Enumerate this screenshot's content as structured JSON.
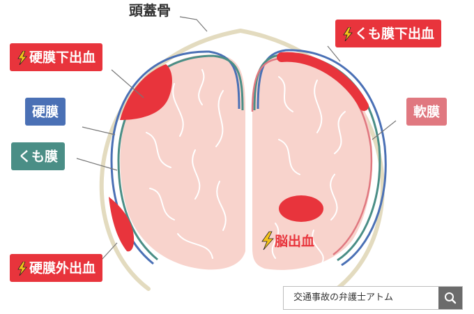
{
  "labels": {
    "skull": "頭蓋骨",
    "subdural_hematoma": "硬膜下出血",
    "subarachnoid_hemorrhage": "くも膜下出血",
    "dura_mater": "硬膜",
    "arachnoid": "くも膜",
    "pia_mater": "軟膜",
    "epidural_hematoma": "硬膜外出血",
    "intracerebral_hemorrhage": "脳出血"
  },
  "colors": {
    "skull": "#e3dbbf",
    "dura": "#4a70b5",
    "arachnoid": "#4a8e86",
    "pia": "#e07880",
    "brain": "#f8d3cc",
    "bleed": "#e8343c",
    "bolt": "#f5c31a"
  },
  "search": {
    "text": "交通事故の弁護士アトム",
    "icon": "search-icon"
  }
}
